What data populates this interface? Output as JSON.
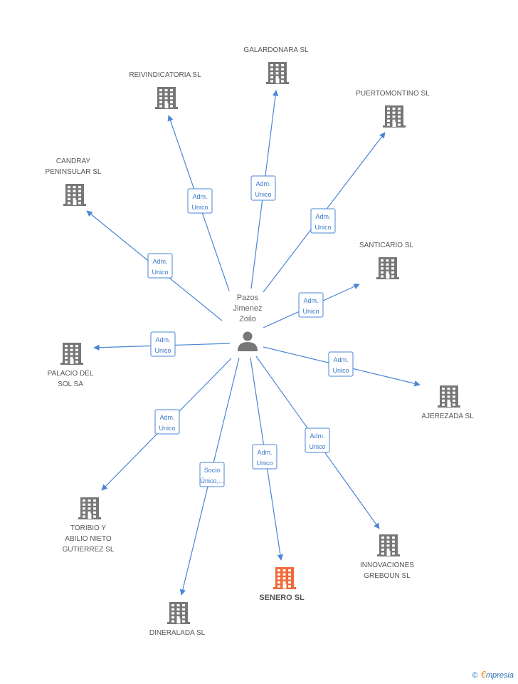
{
  "center": {
    "name_lines": [
      "Pazos",
      "Jimenez",
      "Zoilo"
    ],
    "icon": "person-icon"
  },
  "companies": [
    {
      "id": "galardonara",
      "lines": [
        "GALARDONARA SL"
      ],
      "relation": [
        "Adm.",
        "Unico"
      ]
    },
    {
      "id": "reivindicatoria",
      "lines": [
        "REIVINDICATORIA SL"
      ],
      "relation": [
        "Adm.",
        "Unico"
      ]
    },
    {
      "id": "puertomontino",
      "lines": [
        "PUERTOMONTINO SL"
      ],
      "relation": [
        "Adm.",
        "Unico"
      ]
    },
    {
      "id": "candray",
      "lines": [
        "CANDRAY",
        "PENINSULAR SL"
      ],
      "relation": [
        "Adm.",
        "Unico"
      ]
    },
    {
      "id": "santicario",
      "lines": [
        "SANTICARIO SL"
      ],
      "relation": [
        "Adm.",
        "Unico"
      ]
    },
    {
      "id": "palacio",
      "lines": [
        "PALACIO DEL",
        "SOL SA"
      ],
      "relation": [
        "Adm.",
        "Unico"
      ]
    },
    {
      "id": "ajerezada",
      "lines": [
        "AJEREZADA SL"
      ],
      "relation": [
        "Adm.",
        "Unico"
      ]
    },
    {
      "id": "toribio",
      "lines": [
        "TORIBIO Y",
        "ABILIO NIETO",
        "GUTIERREZ SL"
      ],
      "relation": [
        "Adm.",
        "Unico"
      ]
    },
    {
      "id": "dineralada",
      "lines": [
        "DINERALADA SL"
      ],
      "relation": [
        "Socio",
        "Único,..."
      ]
    },
    {
      "id": "senero",
      "lines": [
        "SENERO SL"
      ],
      "relation": [
        "Adm.",
        "Unico"
      ],
      "focus": true
    },
    {
      "id": "innovaciones",
      "lines": [
        "INNOVACIONES",
        "GREBOUN SL"
      ],
      "relation": [
        "Adm.",
        "Unico"
      ]
    }
  ],
  "colors": {
    "edge": "#4a86d4",
    "building": "#777777",
    "focus_building": "#f06a3a",
    "person": "#777777"
  },
  "watermark": {
    "symbol": "©",
    "brand_initial": "€",
    "brand_rest": "mpresia"
  }
}
